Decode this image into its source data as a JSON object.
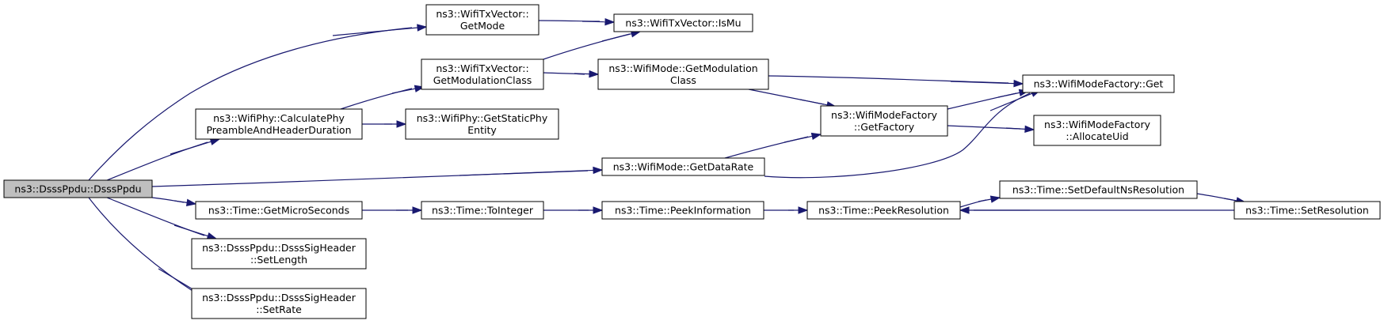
{
  "nodes": [
    {
      "id": "n0",
      "lines": [
        "ns3::DsssPpdu::DsssPpdu"
      ],
      "root": true
    },
    {
      "id": "n1",
      "lines": [
        "ns3::WifiTxVector::",
        "GetMode"
      ]
    },
    {
      "id": "n2",
      "lines": [
        "ns3::WifiTxVector::IsMu"
      ]
    },
    {
      "id": "n3",
      "lines": [
        "ns3::WifiPhy::CalculatePhy",
        "PreambleAndHeaderDuration"
      ]
    },
    {
      "id": "n4",
      "lines": [
        "ns3::WifiTxVector::",
        "GetModulationClass"
      ]
    },
    {
      "id": "n5",
      "lines": [
        "ns3::WifiMode::GetModulation",
        "Class"
      ]
    },
    {
      "id": "n6",
      "lines": [
        "ns3::WifiModeFactory::Get"
      ]
    },
    {
      "id": "n7",
      "lines": [
        "ns3::WifiModeFactory",
        "::GetFactory"
      ]
    },
    {
      "id": "n8",
      "lines": [
        "ns3::WifiModeFactory",
        "::AllocateUid"
      ]
    },
    {
      "id": "n9",
      "lines": [
        "ns3::WifiPhy::GetStaticPhy",
        "Entity"
      ]
    },
    {
      "id": "n10",
      "lines": [
        "ns3::WifiMode::GetDataRate"
      ]
    },
    {
      "id": "n11",
      "lines": [
        "ns3::Time::GetMicroSeconds"
      ]
    },
    {
      "id": "n12",
      "lines": [
        "ns3::Time::ToInteger"
      ]
    },
    {
      "id": "n13",
      "lines": [
        "ns3::Time::PeekInformation"
      ]
    },
    {
      "id": "n14",
      "lines": [
        "ns3::Time::PeekResolution"
      ]
    },
    {
      "id": "n15",
      "lines": [
        "ns3::Time::SetDefaultNsResolution"
      ]
    },
    {
      "id": "n16",
      "lines": [
        "ns3::Time::SetResolution"
      ]
    },
    {
      "id": "n17",
      "lines": [
        "ns3::DsssPpdu::DsssSigHeader",
        "::SetLength"
      ]
    },
    {
      "id": "n18",
      "lines": [
        "ns3::DsssPpdu::DsssSigHeader",
        "::SetRate"
      ]
    }
  ],
  "edges": [
    {
      "from": "n0",
      "to": "n1"
    },
    {
      "from": "n0",
      "to": "n3"
    },
    {
      "from": "n0",
      "to": "n10"
    },
    {
      "from": "n0",
      "to": "n11"
    },
    {
      "from": "n0",
      "to": "n17"
    },
    {
      "from": "n0",
      "to": "n18"
    },
    {
      "from": "n1",
      "to": "n2"
    },
    {
      "from": "n3",
      "to": "n4"
    },
    {
      "from": "n3",
      "to": "n9"
    },
    {
      "from": "n4",
      "to": "n2"
    },
    {
      "from": "n4",
      "to": "n5"
    },
    {
      "from": "n5",
      "to": "n6"
    },
    {
      "from": "n5",
      "to": "n7"
    },
    {
      "from": "n7",
      "to": "n6"
    },
    {
      "from": "n7",
      "to": "n8"
    },
    {
      "from": "n10",
      "to": "n7"
    },
    {
      "from": "n10",
      "to": "n6"
    },
    {
      "from": "n11",
      "to": "n12"
    },
    {
      "from": "n12",
      "to": "n13"
    },
    {
      "from": "n13",
      "to": "n14"
    },
    {
      "from": "n14",
      "to": "n15"
    },
    {
      "from": "n15",
      "to": "n16"
    },
    {
      "from": "n16",
      "to": "n14"
    }
  ],
  "colors": {
    "edge": "#191970",
    "root_fill": "#bfbfbf",
    "node_fill": "#ffffff",
    "border": "#000000"
  }
}
